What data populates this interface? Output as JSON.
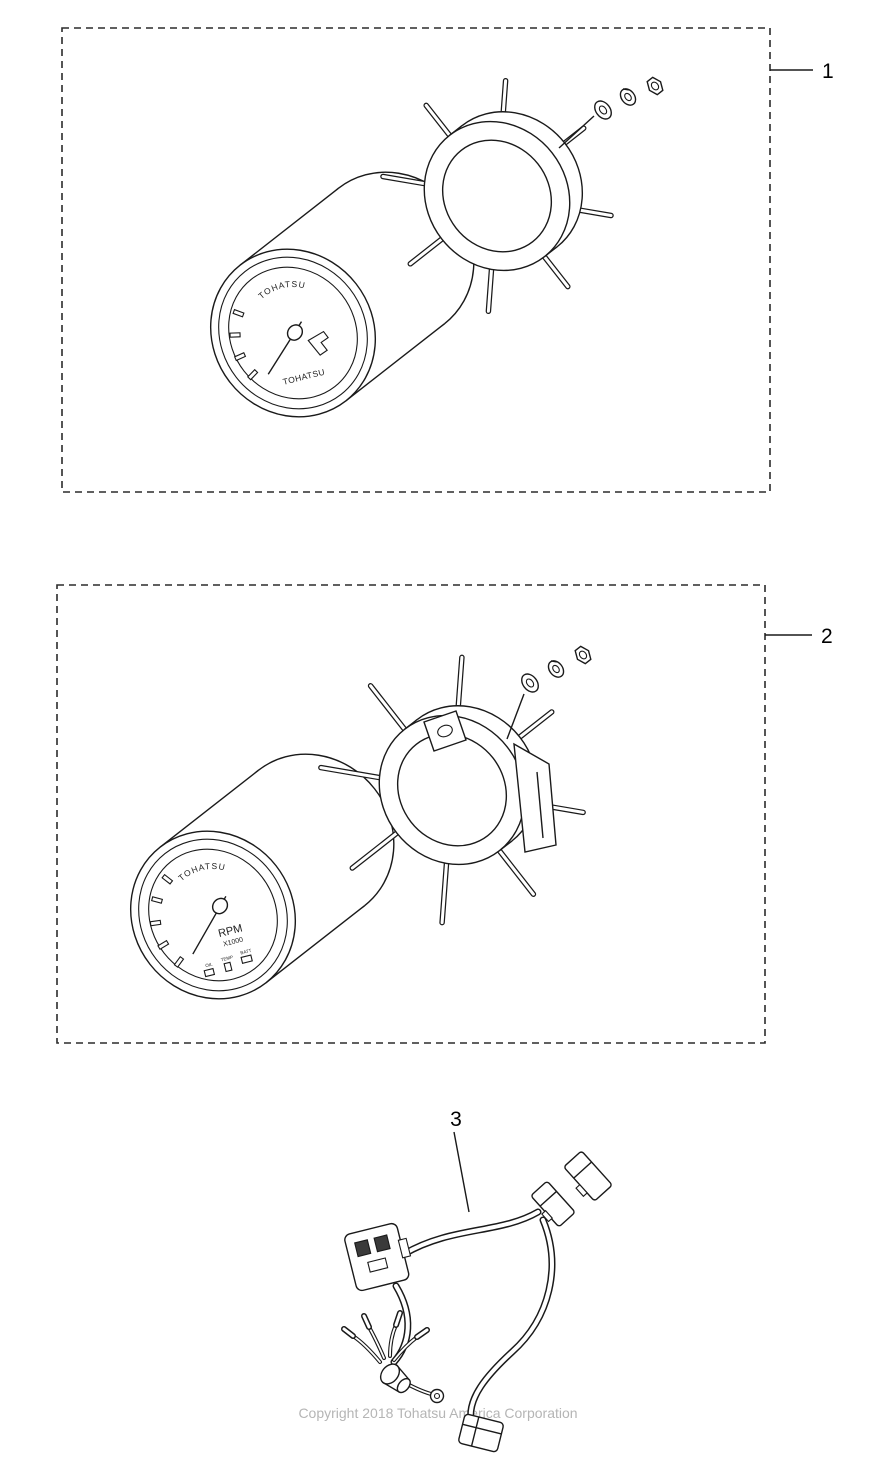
{
  "page": {
    "copyright": "Copyright 2018 Tohatsu America Corporation"
  },
  "callouts": {
    "item1": "1",
    "item2": "2",
    "item3": "3"
  },
  "gauge1": {
    "brand_top": "TOHATSU",
    "brand_bottom": "TOHATSU"
  },
  "gauge2": {
    "brand": "TOHATSU",
    "unit": "RPM",
    "scale": "X1000",
    "indicators": {
      "oil": "OIL",
      "temp": "TEMP",
      "batt": "BATT"
    }
  }
}
